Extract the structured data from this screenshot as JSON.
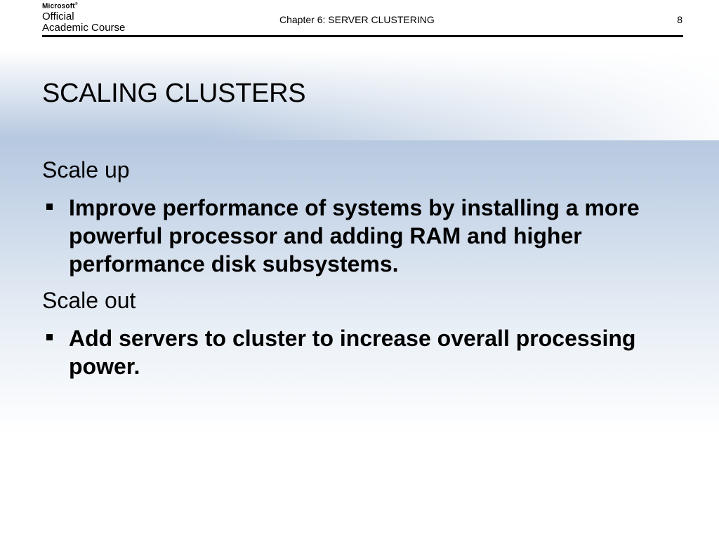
{
  "logo": {
    "brand": "Microsoft",
    "line1": "Official",
    "line2": "Academic Course"
  },
  "header": {
    "title": "Chapter 6: SERVER CLUSTERING",
    "page_number": "8"
  },
  "slide": {
    "title": "SCALING CLUSTERS",
    "sections": [
      {
        "heading": "Scale up",
        "bullets": [
          "Improve performance of systems by installing a more powerful processor and adding RAM and higher performance disk subsystems."
        ]
      },
      {
        "heading": "Scale out",
        "bullets": [
          "Add servers to cluster to increase overall processing power."
        ]
      }
    ]
  }
}
